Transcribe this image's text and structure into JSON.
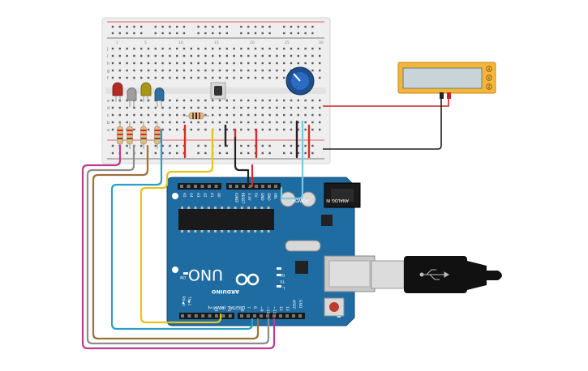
{
  "breadboard": {
    "row_labels_top": [
      "j",
      "i",
      "h",
      "g",
      "f"
    ],
    "row_labels_bottom": [
      "e",
      "d",
      "c",
      "b",
      "a"
    ],
    "column_numbers": [
      "1",
      "5",
      "10",
      "15",
      "20",
      "25",
      "30"
    ]
  },
  "multimeter": {
    "display_value": "",
    "terminals": [
      "A",
      "V",
      "Z"
    ]
  },
  "arduino": {
    "model_label": "UNO",
    "brand_label": "ARDUINO",
    "power_header_label": "POWER",
    "analog_header_label": "ANALOG IN",
    "digital_header_label": "DIGITAL (PWM~)",
    "tx_label": "TX",
    "rx_label": "RX",
    "on_label": "ON",
    "l_label": "L",
    "tx_pin_label": "TX▶1",
    "rx_pin_label": "RX◀0",
    "aref_label": "AREF",
    "gnd_label": "GND",
    "analog_pins": [
      "A5",
      "A4",
      "A3",
      "A2",
      "A1",
      "A0"
    ],
    "power_pins": [
      "VIN",
      "GND",
      "GND",
      "5V",
      "3.3V",
      "RESET",
      "IOREF"
    ],
    "digital_pins": [
      "13",
      "12",
      "~11",
      "~10",
      "~9",
      "8",
      "7",
      "~6",
      "~5",
      "4",
      "~3",
      "2"
    ]
  },
  "components": {
    "leds": [
      {
        "color": "#c0392b"
      },
      {
        "color": "#9e9e9e"
      },
      {
        "color": "#b5a21a"
      },
      {
        "color": "#2f6f9f"
      }
    ],
    "wire_colors": {
      "red": "#d92b2b",
      "black": "#222222",
      "magenta": "#c13a8e",
      "gray": "#8c8c8c",
      "brown": "#a0703a",
      "cyan": "#2aa0c8",
      "yellow": "#e8c21c",
      "lightblue": "#7ac8e0",
      "olive": "#8d8a3a"
    }
  }
}
